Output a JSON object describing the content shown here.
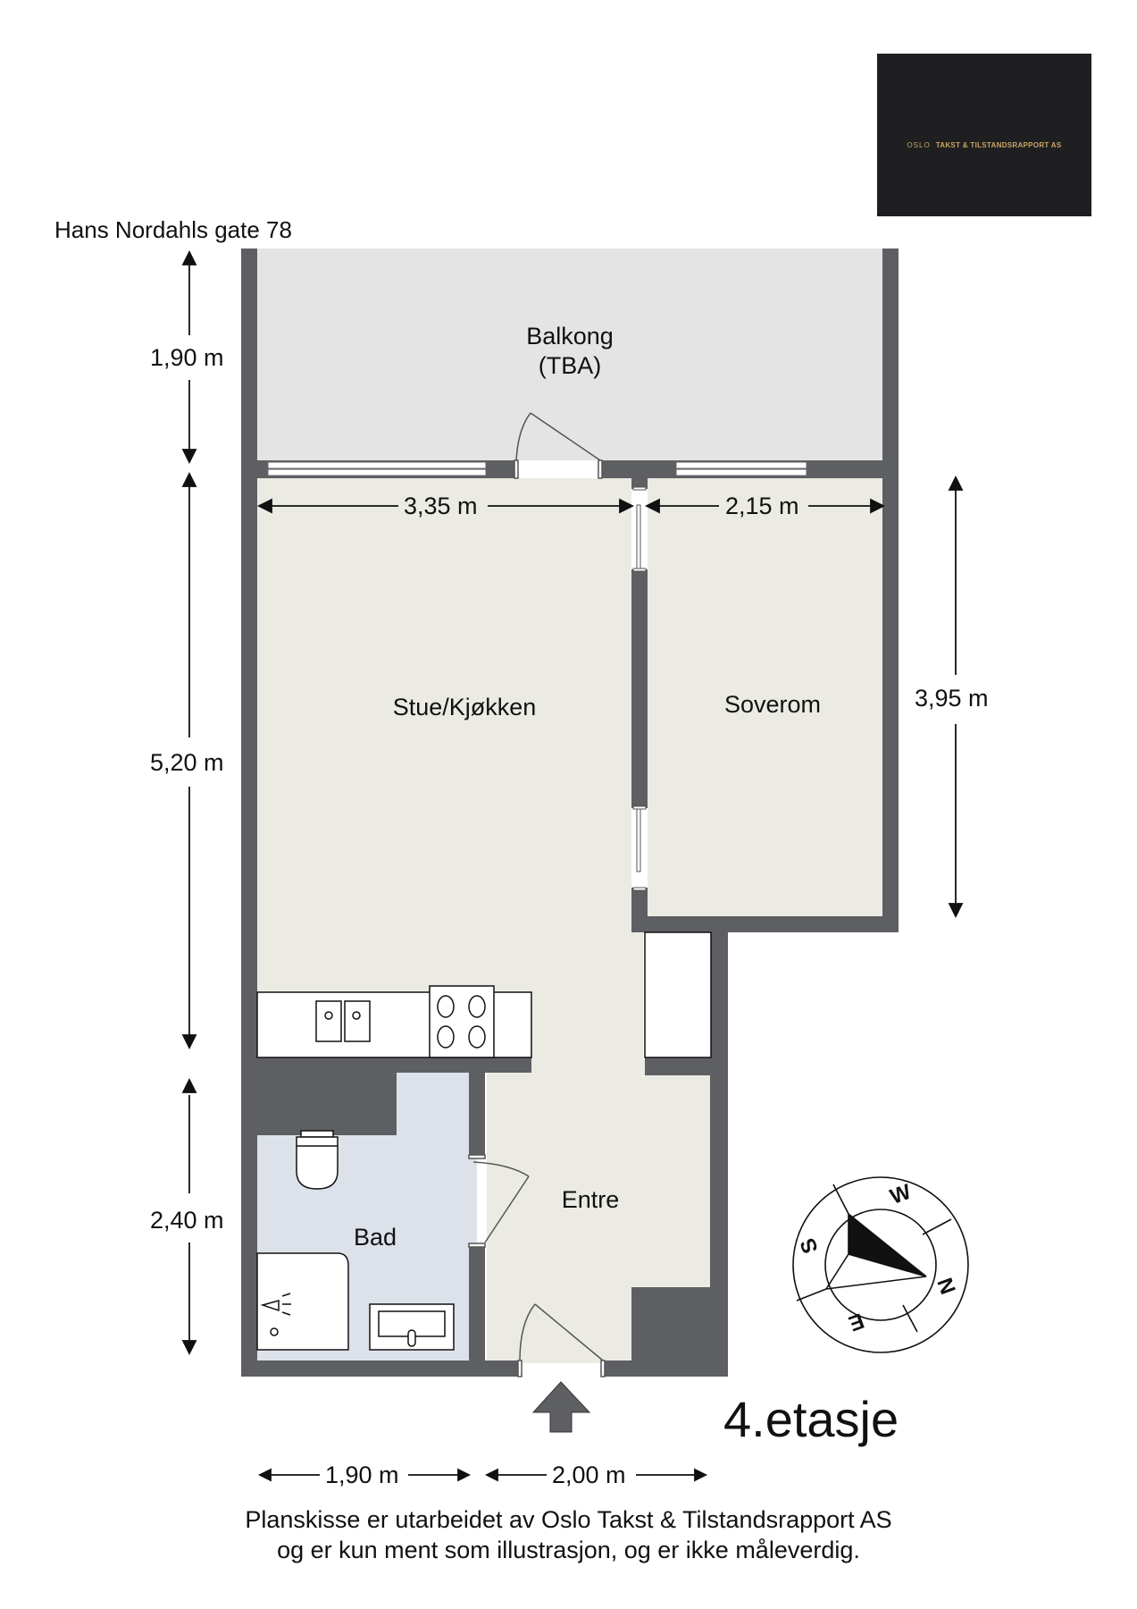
{
  "header": {
    "address": "Hans Nordahls gate 78",
    "logo": {
      "icon": "house-roof-icon",
      "prefix": "OSLO",
      "company": "TAKST & TILSTANDSRAPPORT AS",
      "background": "#1f1f21",
      "accent": "#c9a464"
    }
  },
  "rooms": [
    {
      "id": "balkong",
      "line1": "Balkong",
      "line2": "(TBA)"
    },
    {
      "id": "stue",
      "label": "Stue/Kjøkken"
    },
    {
      "id": "soverom",
      "label": "Soverom"
    },
    {
      "id": "entre",
      "label": "Entre"
    },
    {
      "id": "bad",
      "label": "Bad"
    }
  ],
  "dimensions": {
    "left_balcony": "1,90 m",
    "left_living": "5,20 m",
    "left_bath": "2,40 m",
    "top_living_width": "3,35 m",
    "top_bedroom_width": "2,15 m",
    "right_bedroom_height": "3,95 m",
    "bottom_bath_width": "1,90 m",
    "bottom_entre_width": "2,00 m"
  },
  "compass": {
    "labels": [
      "N",
      "E",
      "S",
      "W"
    ]
  },
  "floor": "4.etasje",
  "footer": {
    "line1": "Planskisse er utarbeidet av Oslo Takst & Tilstandsrapport AS",
    "line2": "og er kun ment som illustrasjon, og er ikke måleverdig."
  },
  "colors": {
    "wall": "#5d5f63",
    "balcony_floor": "#e4e4e4",
    "room_floor": "#ebebe4",
    "bath_floor": "#dde2ea",
    "fixture": "#ffffff"
  }
}
